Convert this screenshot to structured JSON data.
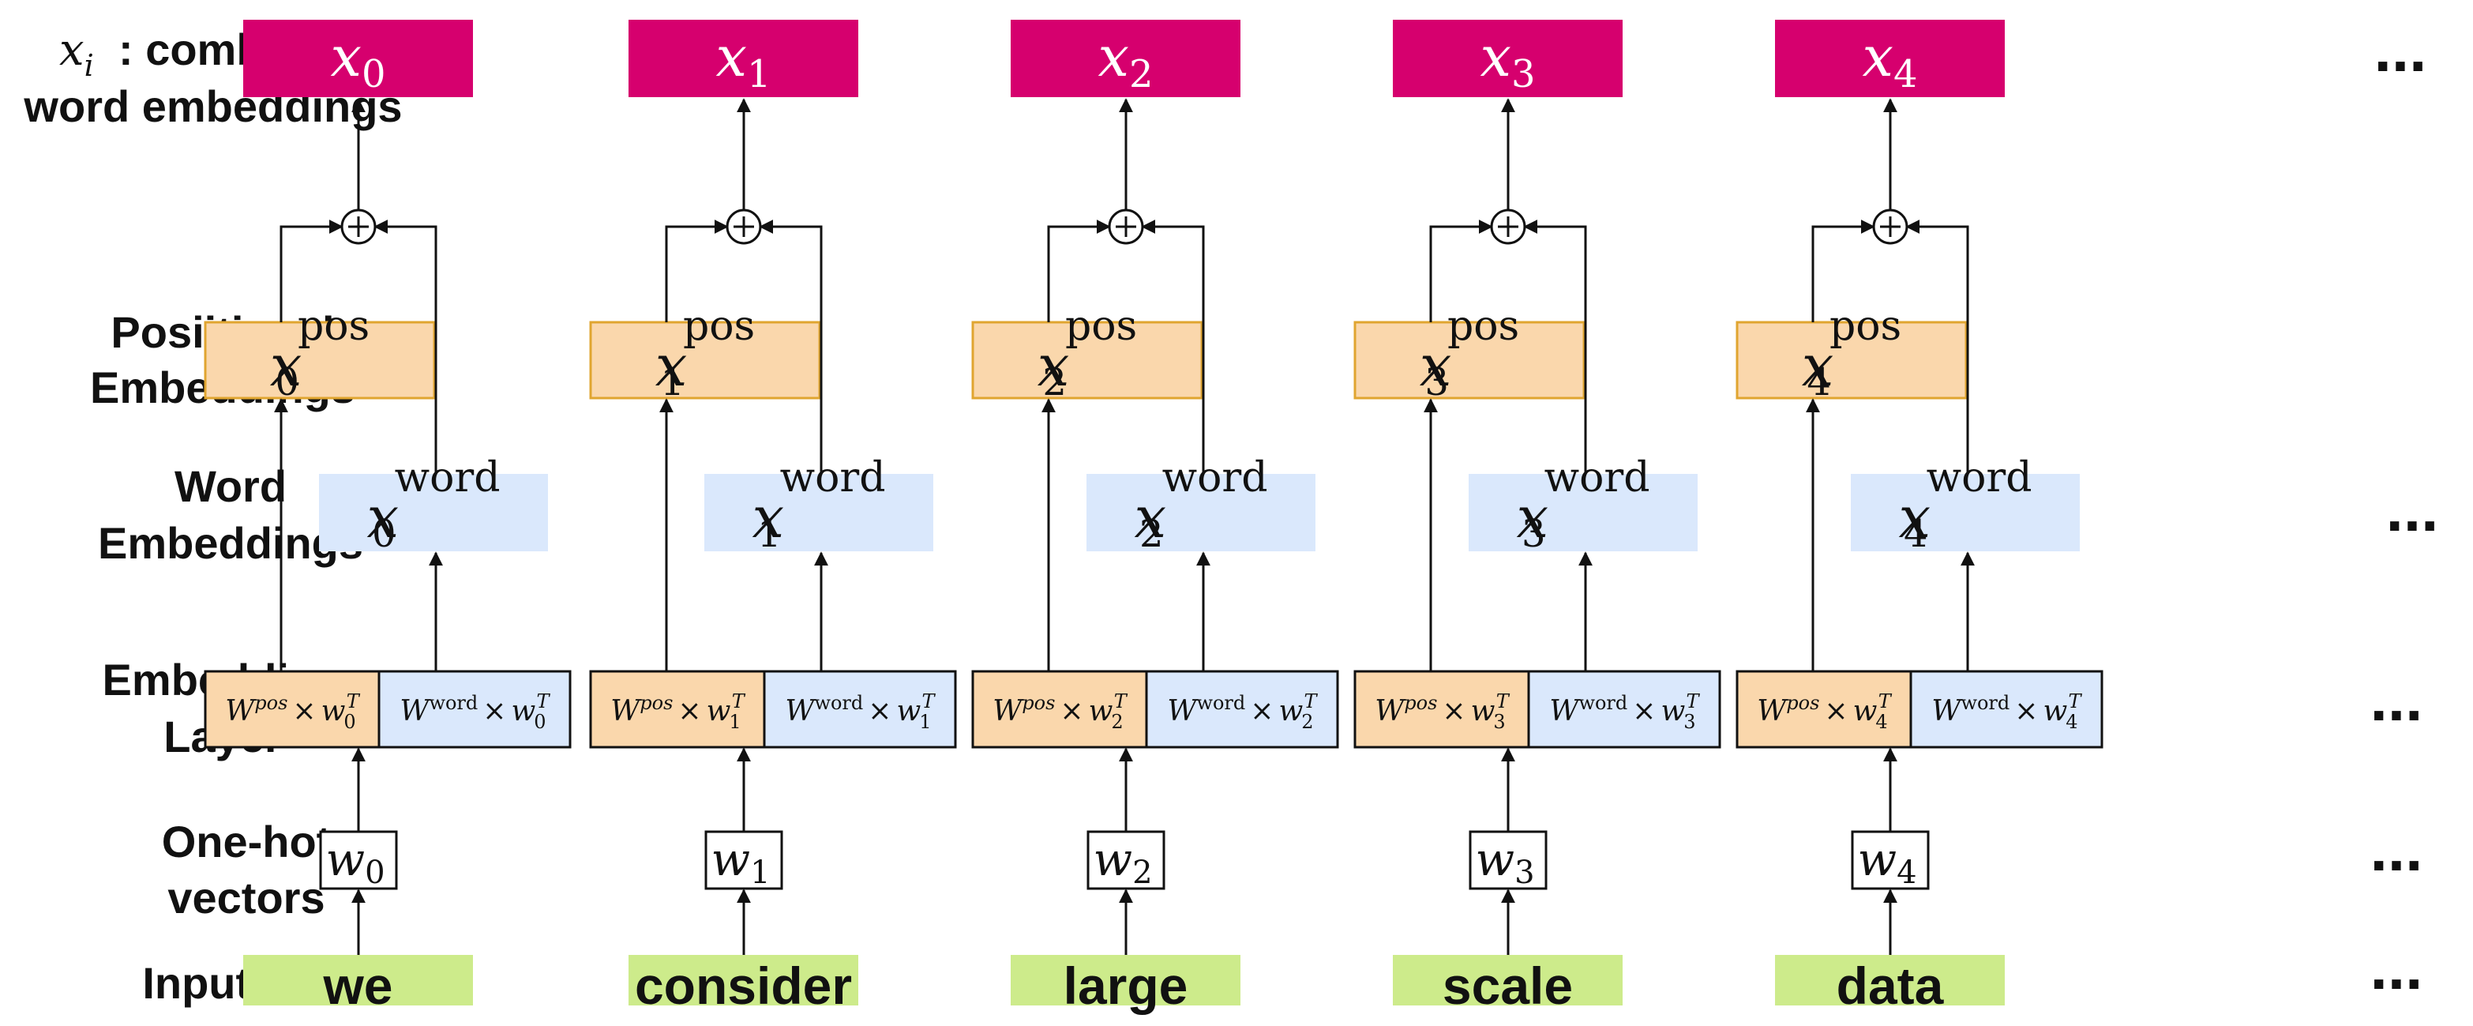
{
  "labels": {
    "combined_var": "x",
    "combined_sub": "i",
    "combined_line1": ": combined",
    "combined_line2": "word embeddings",
    "positional_line1": "Posiitional",
    "positional_line2": "Embeddings",
    "word_line1": "Word",
    "word_line2": "Embeddings",
    "embedding_line1": "Embedding",
    "embedding_line2": "Layer",
    "onehot_line1": "One-hot",
    "onehot_line2": "vectors",
    "input_text": "Input Text"
  },
  "math": {
    "x": "x",
    "w": "w",
    "W": "W",
    "pos_sup": "pos",
    "word_sup": "word",
    "times": "×",
    "T": "T",
    "plus": "+"
  },
  "tokens": [
    {
      "word": "we",
      "index": "0"
    },
    {
      "word": "consider",
      "index": "1"
    },
    {
      "word": "large",
      "index": "2"
    },
    {
      "word": "scale",
      "index": "3"
    },
    {
      "word": "data",
      "index": "4"
    }
  ],
  "ellipsis": "...",
  "colors": {
    "combined": "#d6006e",
    "positional_fill": "#fad7ac",
    "positional_border": "#e0a530",
    "word_fill": "#dae8fc",
    "emb_left_fill": "#fad7ac",
    "emb_right_fill": "#dae8fc",
    "input_fill": "#cdeb8b",
    "onehot_fill": "#ffffff"
  }
}
